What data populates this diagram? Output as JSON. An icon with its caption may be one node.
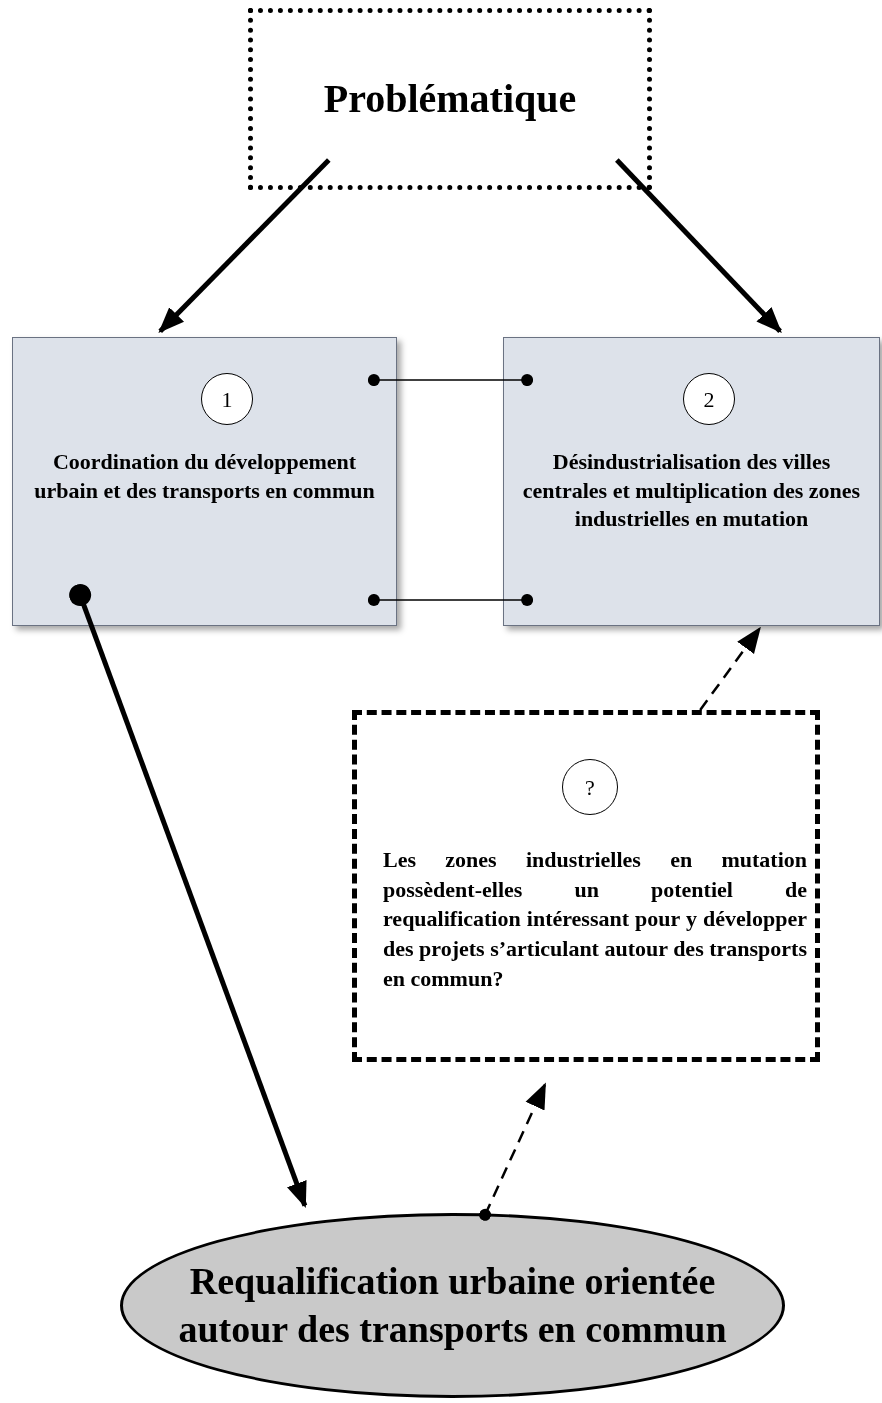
{
  "diagram": {
    "nodes": [
      {
        "text": [
          "Problématique"
        ]
      },
      {
        "text": [
          "Coordination du développement urbain et des transports en commun"
        ]
      },
      {
        "text": [
          "1"
        ],
        "in": 1
      },
      {
        "text": [
          "Désindustrialisation des villes centrales et multiplication des zones industrielles en mutation"
        ]
      },
      {
        "text": [
          "2"
        ],
        "in": 3
      },
      {
        "text": [
          "Les zones industrielles en mutation possèdent-elles un potentiel de requalification intéressant pour y développer des projets s’articulant autour des transports en commun?"
        ]
      },
      {
        "text": [
          "?"
        ],
        "in": 5
      },
      {
        "text": [
          "Requalification urbaine orientée autour des transports en commun"
        ]
      }
    ],
    "edges": [
      {
        "from": 0,
        "to": 1,
        "arrow": "to",
        "style": "thick"
      },
      {
        "from": 0,
        "to": 3,
        "arrow": "to",
        "style": "thick"
      },
      {
        "from": 1,
        "to": 3,
        "arrow": "other"
      },
      {
        "from": 1,
        "to": 3,
        "arrow": "other"
      },
      {
        "from": 1,
        "to": 7,
        "arrow": "to",
        "style": "thick"
      },
      {
        "from": 7,
        "to": 5,
        "arrow": "to",
        "style": "dashed"
      },
      {
        "from": 5,
        "to": 3,
        "arrow": "to",
        "style": "dashed"
      }
    ]
  }
}
